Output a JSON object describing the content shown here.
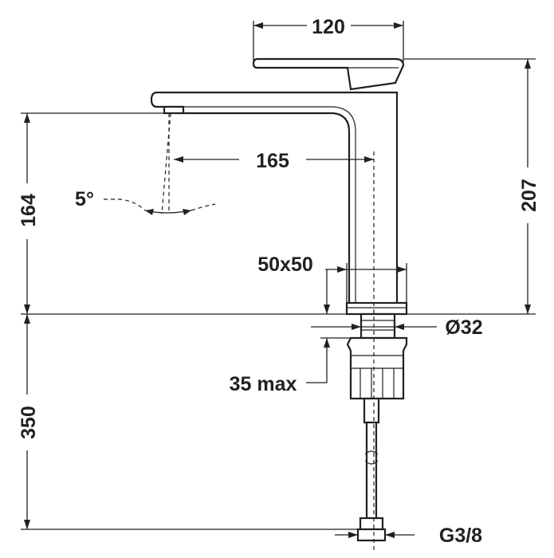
{
  "dimensions": {
    "spout_handle_width": "120",
    "total_height": "207",
    "spout_reach": "165",
    "spout_height": "164",
    "spout_angle": "5°",
    "base_size": "50x50",
    "hole_diameter": "Ø32",
    "max_thickness": "35 max",
    "hose_length": "350",
    "connection": "G3/8"
  },
  "colors": {
    "line": "#231f20",
    "background": "#ffffff"
  }
}
